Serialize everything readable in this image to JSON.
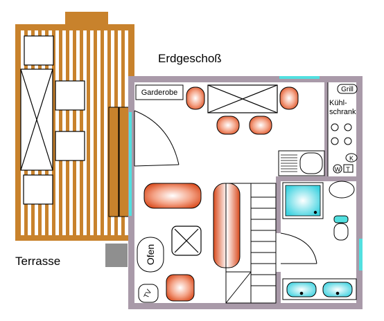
{
  "labels": {
    "floor_title": "Erdgeschoß",
    "terrace": "Terrasse",
    "wardrobe": "Garderobe",
    "grill": "Grill",
    "fridge_line1": "Kühl-",
    "fridge_line2": "schrank",
    "stove": "Ofen",
    "k_mark": "K",
    "w_mark": "W",
    "t_mark": "T",
    "tv_mark": "TV"
  },
  "colors": {
    "wall": "#a99aa9",
    "terrace_wood": "#c8822c",
    "window": "#52e0e0",
    "step": "#8f8f8f"
  }
}
